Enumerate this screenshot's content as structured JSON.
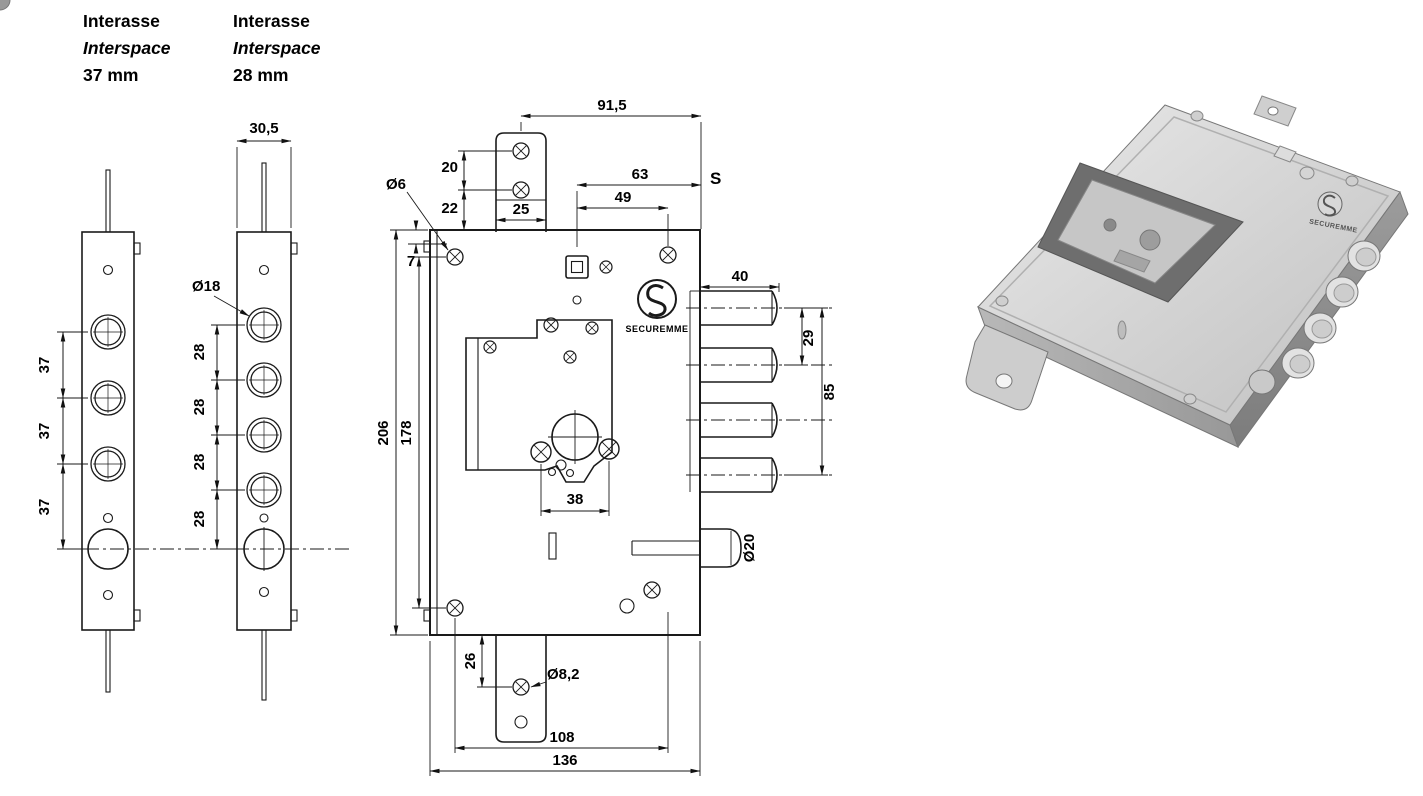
{
  "headers": {
    "left": {
      "title": "Interasse",
      "subtitle": "Interspace",
      "value": "37 mm"
    },
    "right": {
      "title": "Interasse",
      "subtitle": "Interspace",
      "value": "28 mm"
    }
  },
  "brand": {
    "name": "SECUREMME"
  },
  "dims": {
    "plate28_width": "30,5",
    "plate28_hole_dia": "Ø18",
    "plate37_gap_1": "37",
    "plate37_gap_2": "37",
    "plate37_gap_3": "37",
    "plate28_gap_1": "28",
    "plate28_gap_2": "28",
    "plate28_gap_3": "28",
    "plate28_gap_4": "28",
    "top_width": "91,5",
    "key_to_edge": "63",
    "key_to_screw": "49",
    "tab_width": "25",
    "tab_screw_gap": "20",
    "tab_to_body": "22",
    "screw_hole_dia": "Ø6",
    "screw_offset": "7",
    "edge_label": "S",
    "body_height": "206",
    "screw_span_v": "178",
    "cyl_screw_span": "38",
    "bolt_throw": "40",
    "bolt_gap": "29",
    "bolt_span": "85",
    "latch_dia": "Ø20",
    "bottom_tab_screw_offset": "26",
    "bottom_hole_dia": "Ø8,2",
    "screw_span_h": "108",
    "body_width": "136"
  }
}
